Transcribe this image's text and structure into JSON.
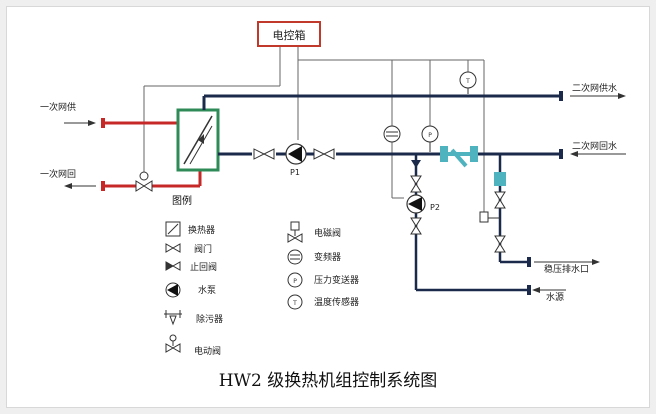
{
  "title": "HW2 级换热机组控制系统图",
  "control_box": "电控箱",
  "pipes": {
    "primary_supply": "一次网供",
    "primary_return": "一次网回",
    "secondary_supply": "二次网供水",
    "secondary_return": "二次网回水",
    "makeup_water_outlet": "稳压排水口",
    "water_source": "水源"
  },
  "pumps": {
    "p1": "P1",
    "p2": "P2"
  },
  "legend": {
    "heading": "图例",
    "items": [
      {
        "icon": "heat-exchanger-icon",
        "label": "换热器"
      },
      {
        "icon": "valve-icon",
        "label": "阀门"
      },
      {
        "icon": "check-valve-icon",
        "label": "止回阀"
      },
      {
        "icon": "pump-icon",
        "label": "水泵"
      },
      {
        "icon": "strainer-icon",
        "label": "除污器"
      },
      {
        "icon": "electric-valve-icon",
        "label": "电动阀"
      },
      {
        "icon": "solenoid-valve-icon",
        "label": "电磁阀"
      },
      {
        "icon": "vfd-icon",
        "label": "变频器"
      },
      {
        "icon": "pressure-transmitter-icon",
        "label": "压力变送器"
      },
      {
        "icon": "temperature-sensor-icon",
        "label": "温度传感器"
      }
    ]
  },
  "colors": {
    "pipe": "#1b2a4a",
    "hot_pipe": "#c62828",
    "equipment": "#2e8b57",
    "cyan_part": "#4fb3bf",
    "line": "#555555"
  }
}
